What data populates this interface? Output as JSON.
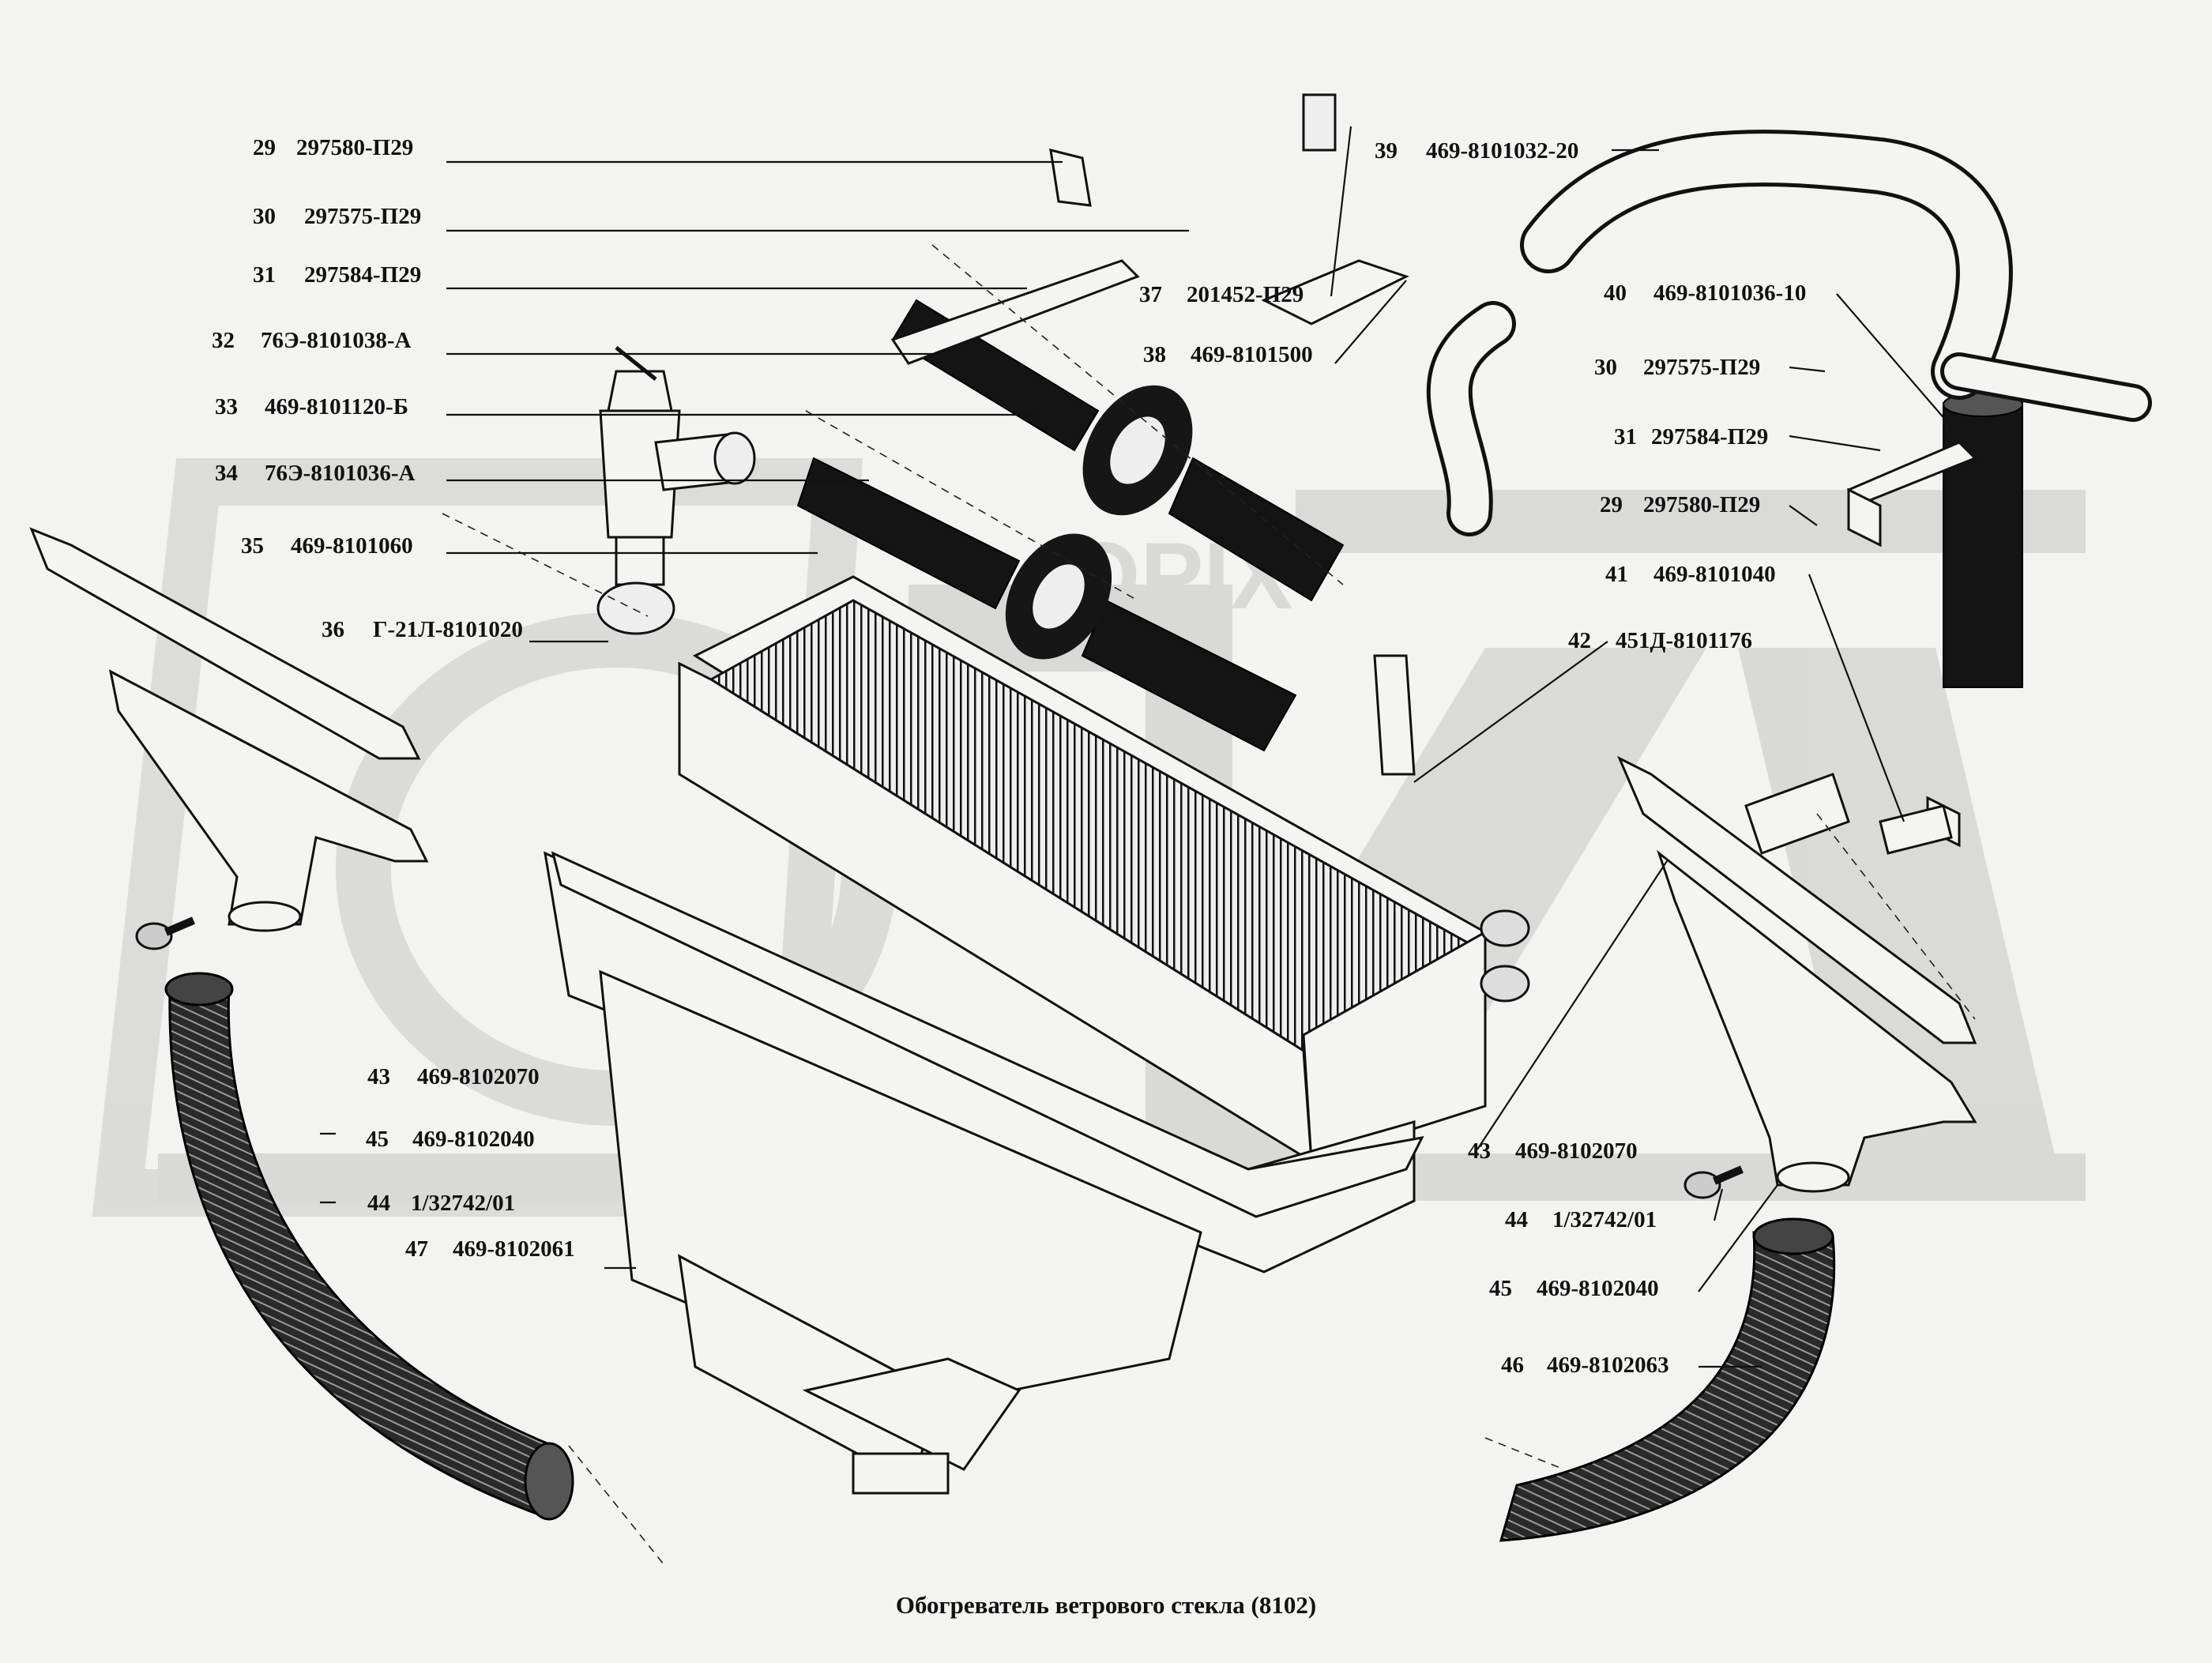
{
  "caption": "Обогреватель ветрового стекла (8102)",
  "watermark": "OPIX",
  "callouts": [
    {
      "num": "29",
      "part": "297580-П29"
    },
    {
      "num": "30",
      "part": "297575-П29"
    },
    {
      "num": "31",
      "part": "297584-П29"
    },
    {
      "num": "32",
      "part": "76Э-8101038-А"
    },
    {
      "num": "33",
      "part": "469-8101120-Б"
    },
    {
      "num": "34",
      "part": "76Э-8101036-А"
    },
    {
      "num": "35",
      "part": "469-8101060"
    },
    {
      "num": "36",
      "part": "Г-21Л-8101020"
    },
    {
      "num": "37",
      "part": "201452-П29"
    },
    {
      "num": "38",
      "part": "469-8101500"
    },
    {
      "num": "39",
      "part": "469-8101032-20"
    },
    {
      "num": "40",
      "part": "469-8101036-10"
    },
    {
      "num": "30",
      "part": "297575-П29"
    },
    {
      "num": "31",
      "part": "297584-П29"
    },
    {
      "num": "29",
      "part": "297580-П29"
    },
    {
      "num": "41",
      "part": "469-8101040"
    },
    {
      "num": "42",
      "part": "451Д-8101176"
    },
    {
      "num": "43",
      "part": "469-8102070"
    },
    {
      "num": "45",
      "part": "469-8102040"
    },
    {
      "num": "44",
      "part": "1/32742/01"
    },
    {
      "num": "47",
      "part": "469-8102061"
    },
    {
      "num": "43",
      "part": "469-8102070"
    },
    {
      "num": "44",
      "part": "1/32742/01"
    },
    {
      "num": "45",
      "part": "469-8102040"
    },
    {
      "num": "46",
      "part": "469-8102063"
    }
  ]
}
